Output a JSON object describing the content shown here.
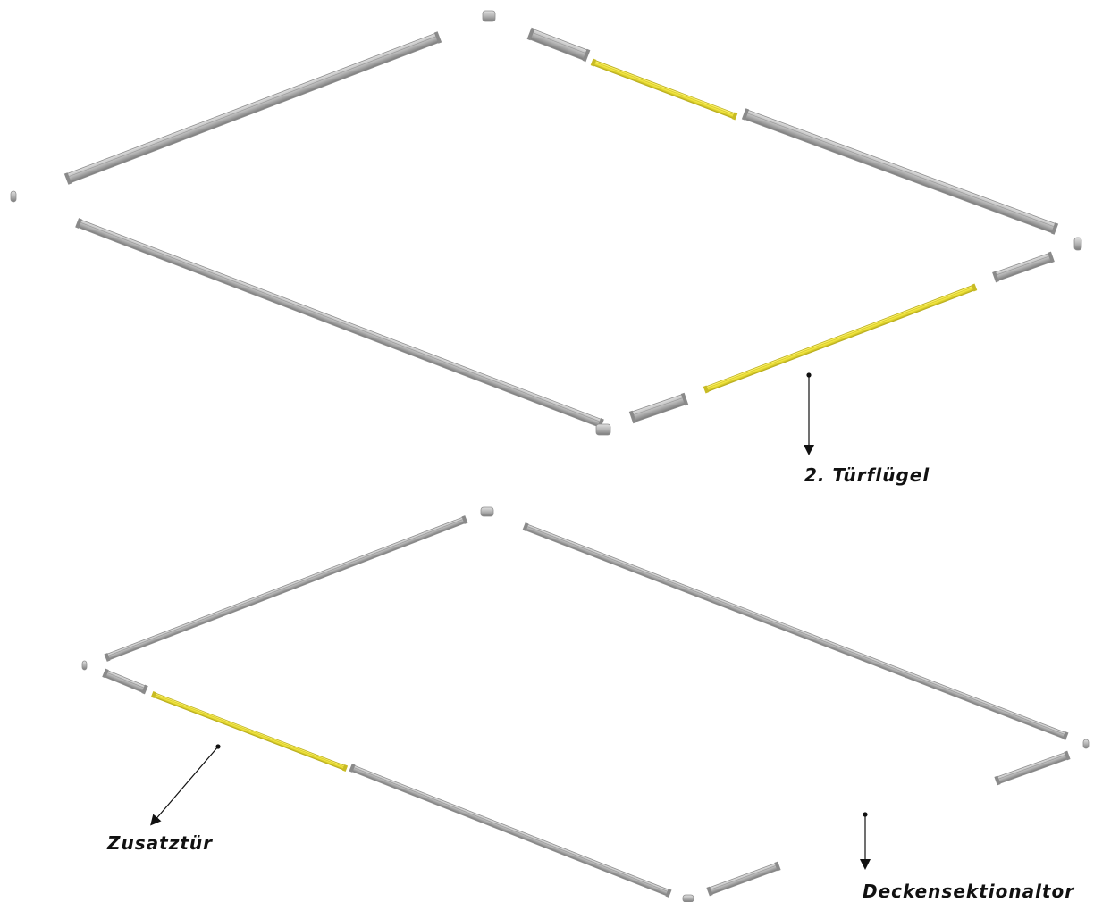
{
  "labels": {
    "label_1": "2. Türflügel",
    "label_2": "Zusatztür",
    "label_3": "Deckensektionaltor"
  },
  "colors": {
    "profile_gray": "#b4b4b4",
    "profile_gray_dark": "#8e8e8e",
    "profile_gray_light": "#d6d6d6",
    "highlight_yellow": "#f0e43a",
    "highlight_yellow_dark": "#b9ad1d",
    "leader_line": "#111111"
  },
  "icons": {
    "profile": "aluminium-profile-bar",
    "connector": "corner-connector",
    "highlight": "highlighted-profile-bar"
  }
}
